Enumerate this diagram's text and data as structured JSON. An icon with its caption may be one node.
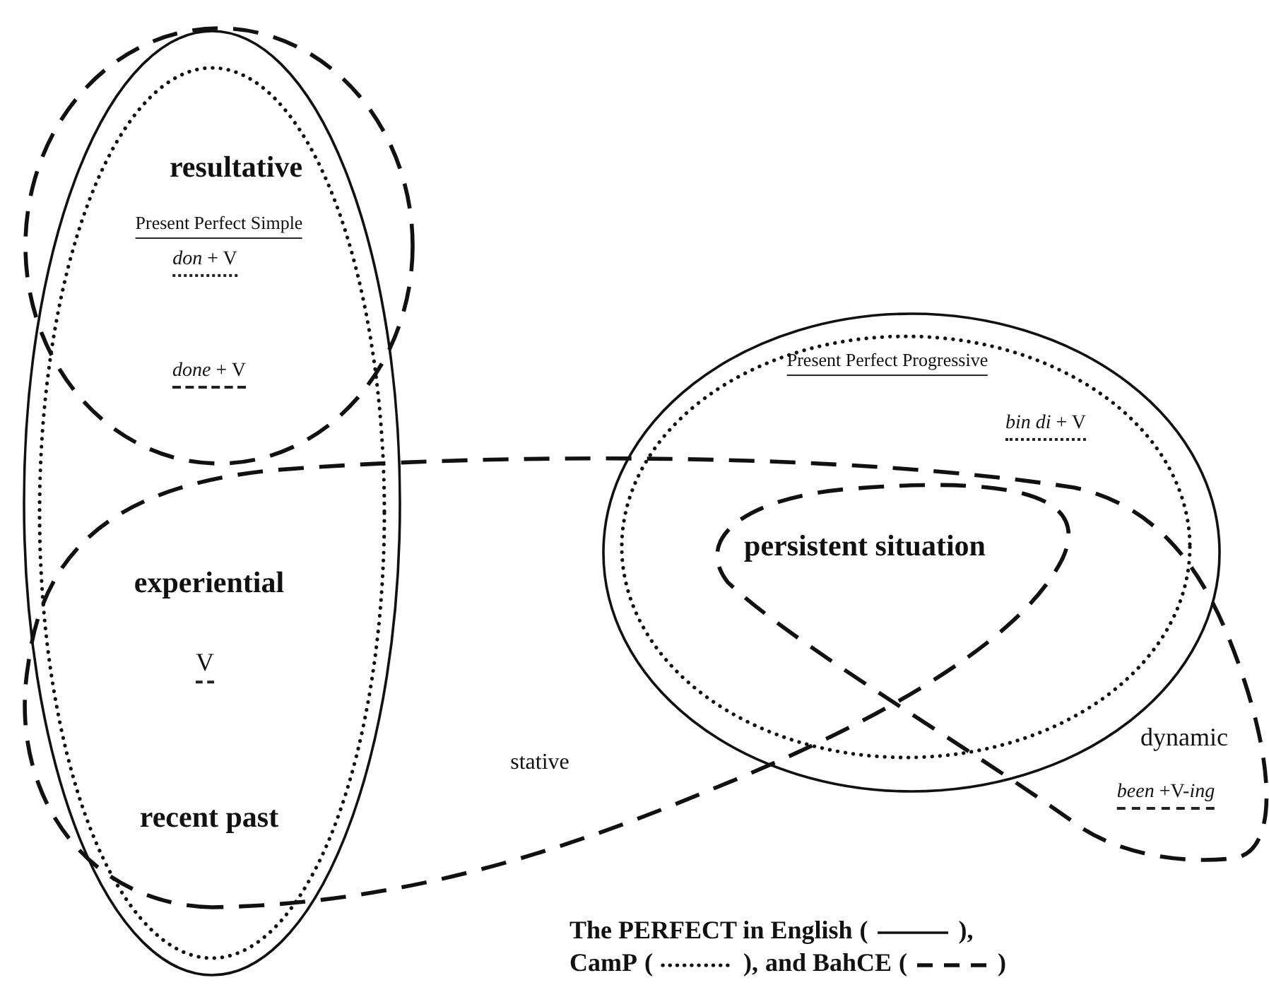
{
  "diagram": {
    "labels": [
      "resultative",
      "Present Perfect Simple",
      "*don* + V",
      "*done* + V",
      "Present Perfect Progressive",
      "*bin di* + V",
      "persistent situation",
      "experiential",
      "V",
      "dynamic",
      "stative",
      "recent past",
      "*been* +V-*ing*",
      "(",
      "),",
      "(",
      "),",
      "(",
      ")"
    ],
    "legend": [
      {
        "text": "The PERFECT in English"
      },
      {
        "text": "CamP"
      },
      {
        "text": "and BahCE"
      }
    ]
  }
}
